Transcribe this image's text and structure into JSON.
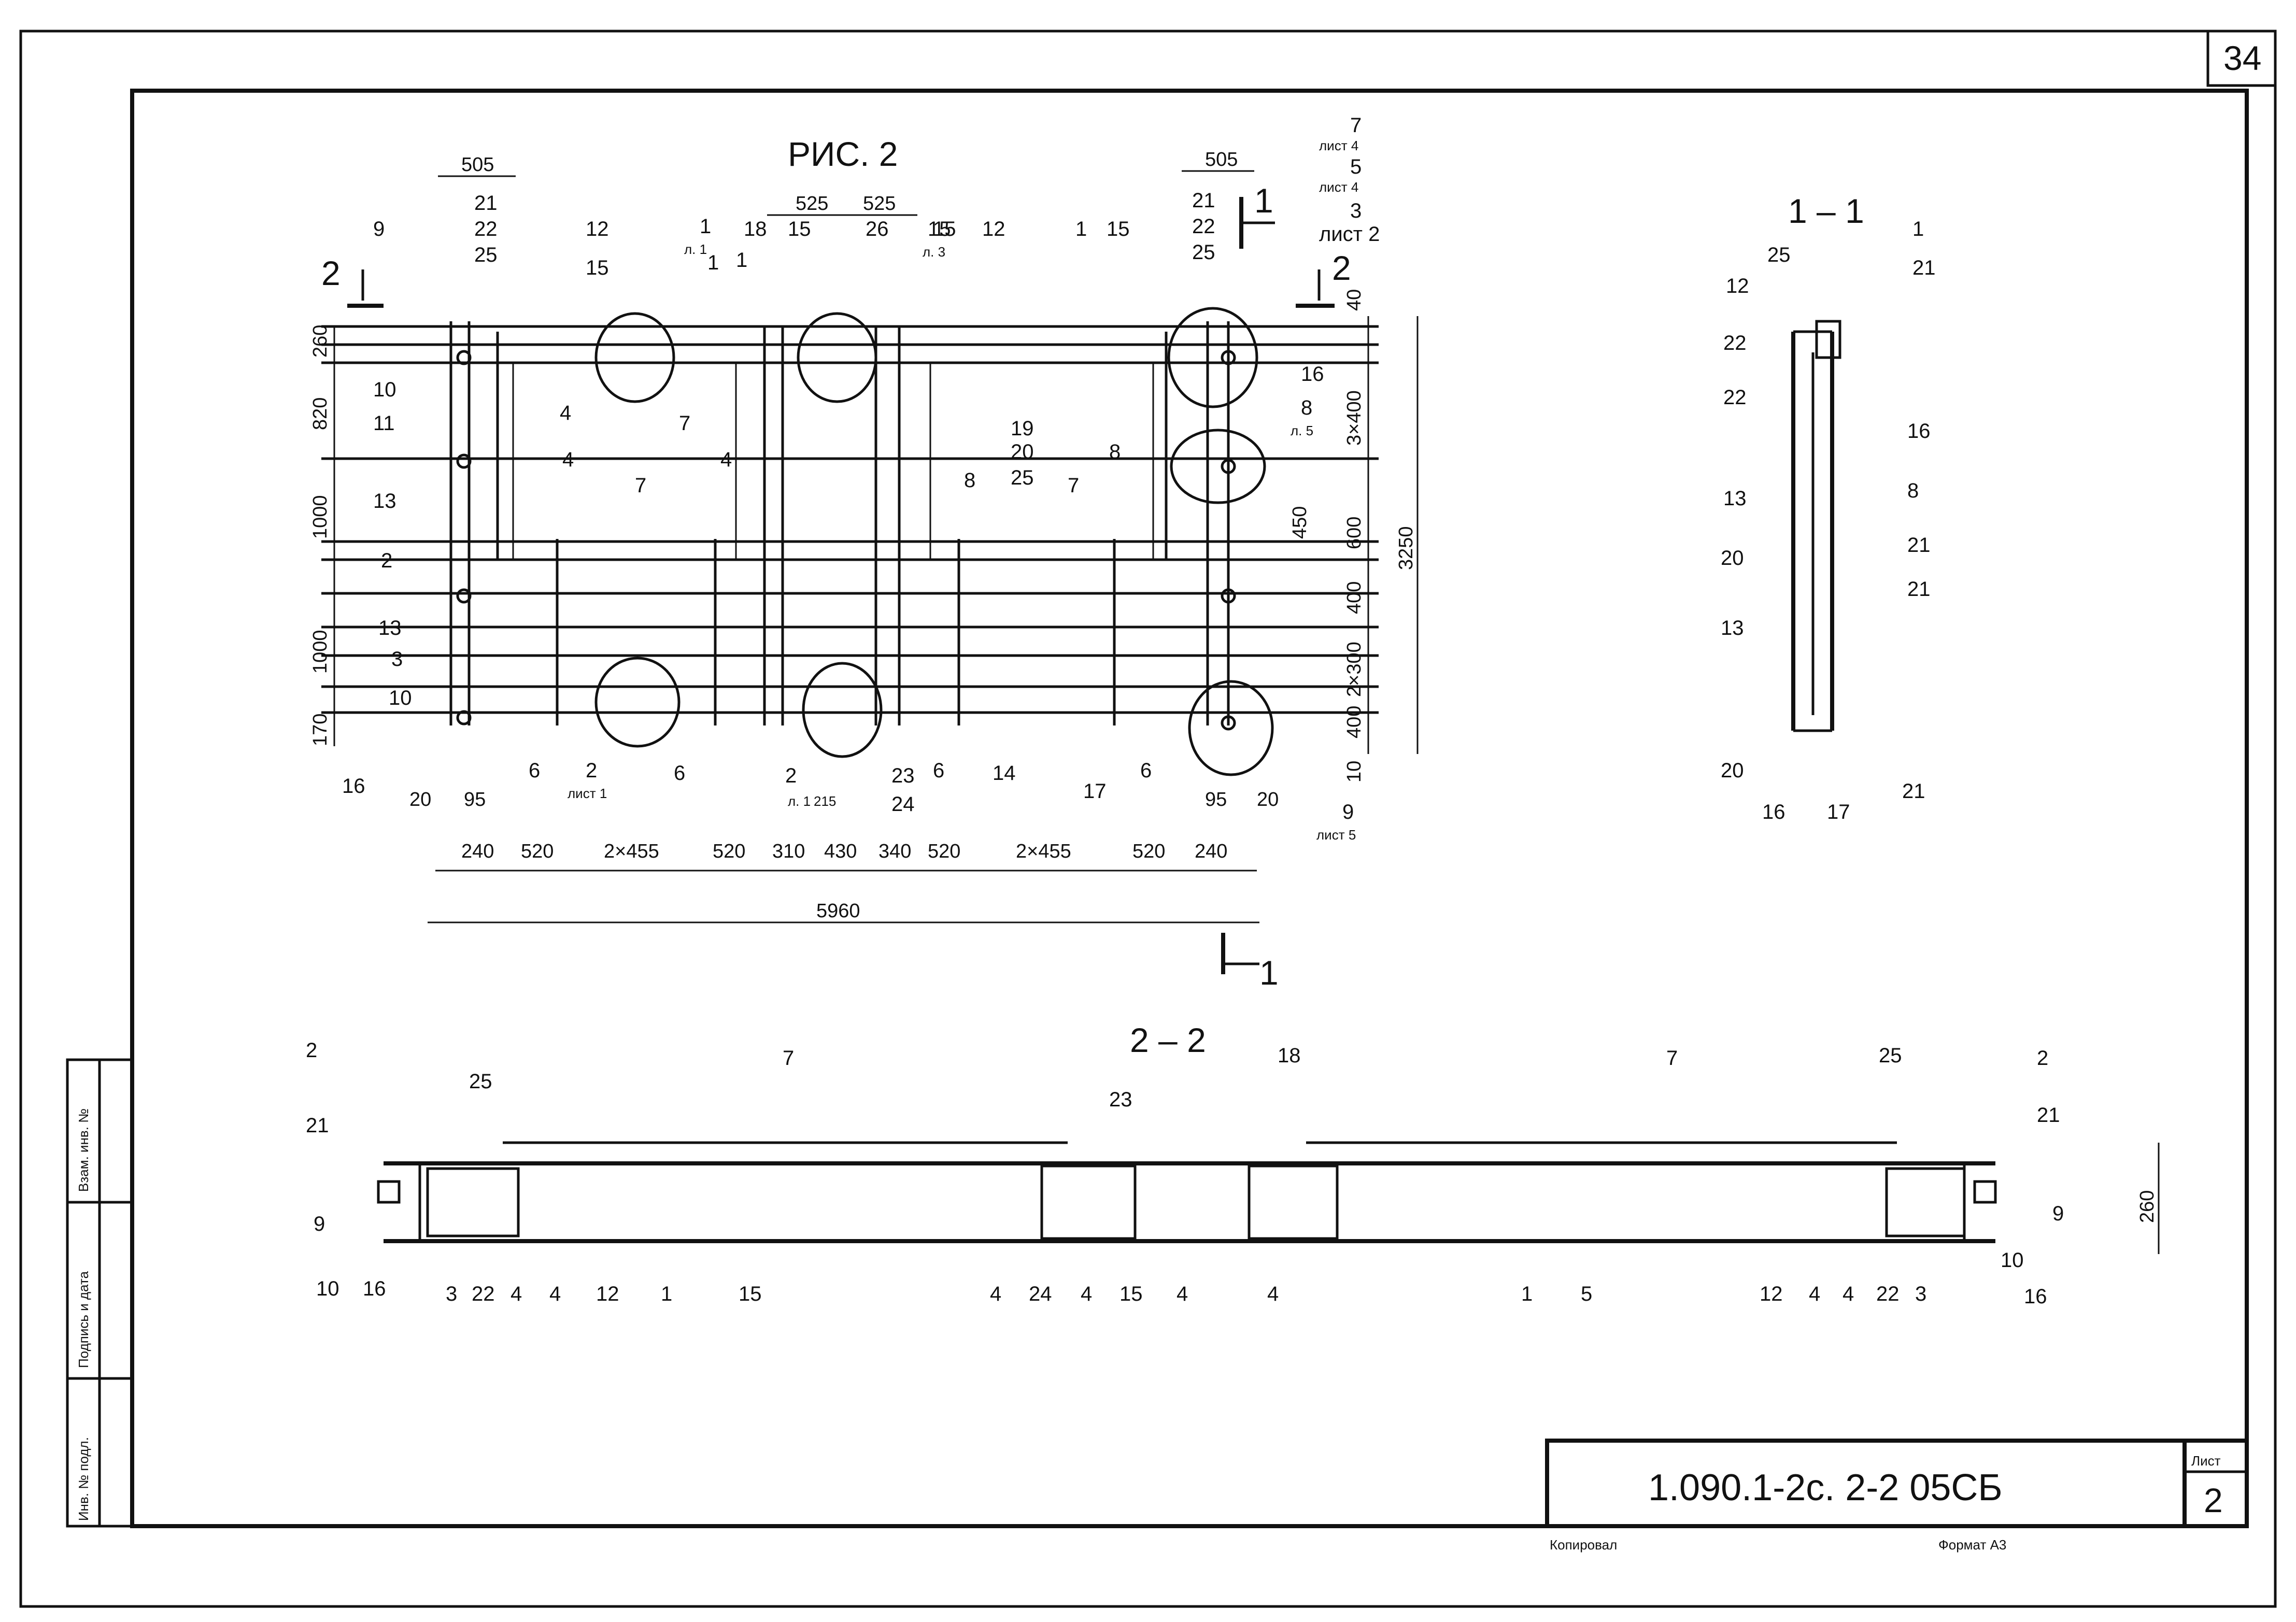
{
  "page_number": "34",
  "figure_title": "РИС. 2",
  "section_1_1_title": "1 – 1",
  "section_2_2_title": "2 – 2",
  "cut_marks": {
    "cut1": "1",
    "cut2": "2"
  },
  "plan_dimensions": {
    "top_left": "505",
    "top_right": "505",
    "top_center_a": "525",
    "top_center_b": "525",
    "overall_width": "5960",
    "overall_height": "3250",
    "bottom_chain": [
      "240",
      "520",
      "2×455",
      "520",
      "310",
      "430",
      "340",
      "520",
      "2×455",
      "520",
      "240"
    ],
    "bottom_small_left": [
      "20",
      "95"
    ],
    "bottom_small_right": [
      "95",
      "20"
    ],
    "left_chain": [
      "260",
      "820",
      "1000",
      "1000",
      "170"
    ],
    "right_chain": [
      "40",
      "3×400",
      "600",
      "400",
      "2×300",
      "400",
      "10"
    ],
    "dim_450": "450",
    "dim_215": "215",
    "section_height": "260"
  },
  "sheet_refs": {
    "list4_a": {
      "num": "7",
      "ref": "лист 4"
    },
    "list4_b": {
      "num": "5",
      "ref": "лист 4"
    },
    "list2": {
      "num": "3",
      "ref": "лист 2"
    },
    "list1": {
      "num": "2",
      "ref": "лист 1"
    },
    "list5": {
      "num": "9",
      "ref": "лист 5"
    },
    "l1_a": {
      "num": "1",
      "ref": "л. 1"
    },
    "l1_b": {
      "num": "2",
      "ref": "л. 1"
    },
    "l3": {
      "num": "15",
      "ref": "л. 3"
    },
    "l5": {
      "num": "8",
      "ref": "л. 5"
    }
  },
  "stacked_marks": {
    "left": [
      "21",
      "22",
      "25"
    ],
    "right": [
      "21",
      "22",
      "25"
    ],
    "center": [
      "19",
      "20",
      "25"
    ],
    "bottom": [
      "23",
      "24"
    ]
  },
  "plan_callouts": [
    "9",
    "12",
    "1",
    "1",
    "15",
    "18",
    "15",
    "26",
    "15",
    "12",
    "1",
    "15",
    "10",
    "11",
    "13",
    "4",
    "4",
    "7",
    "7",
    "4",
    "8",
    "7",
    "8",
    "16",
    "2",
    "13",
    "3",
    "10",
    "16",
    "6",
    "6",
    "6",
    "14",
    "17",
    "6"
  ],
  "section_1_1_callouts": {
    "left": [
      "25",
      "12",
      "22",
      "22",
      "13",
      "20",
      "13",
      "20",
      "16"
    ],
    "right": [
      "1",
      "21",
      "16",
      "8",
      "21",
      "21",
      "17",
      "21"
    ]
  },
  "section_2_2_callouts": {
    "top": [
      "2",
      "25",
      "21",
      "9",
      "7",
      "23",
      "18",
      "7",
      "25",
      "2",
      "21",
      "9"
    ],
    "bottom": [
      "10",
      "16",
      "3",
      "22",
      "4",
      "4",
      "12",
      "1",
      "15",
      "4",
      "24",
      "4",
      "15",
      "4",
      "4",
      "1",
      "5",
      "12",
      "4",
      "4",
      "22",
      "3",
      "10",
      "16"
    ]
  },
  "side_stamp": {
    "col1": "Инв. № подл.",
    "col2": "Подпись и дата",
    "col3": "Взам. инв. №"
  },
  "title_block": {
    "code": "1.090.1-2с. 2-2  05СБ",
    "sheet_label": "Лист",
    "sheet_number": "2"
  },
  "footer": {
    "copied": "Копировал",
    "format": "Формат А3"
  }
}
